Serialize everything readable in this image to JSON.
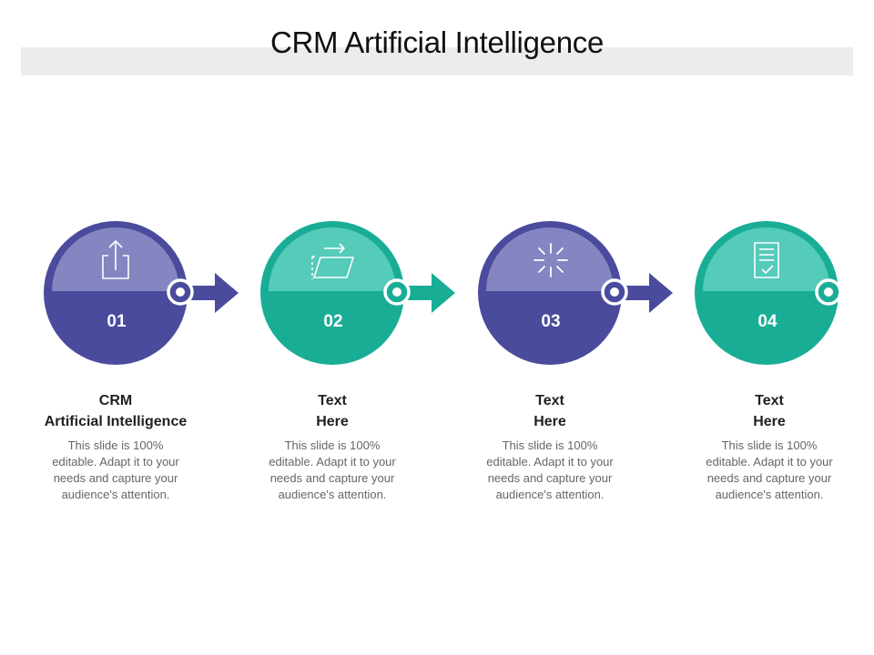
{
  "slide": {
    "title": "CRM Artificial  Intelligence"
  },
  "colors": {
    "purple_dark": "#4a4b9c",
    "purple_light": "#8585c2",
    "teal_dark": "#19ad96",
    "teal_light": "#55cbb9",
    "heading": "#222222",
    "body": "#666666"
  },
  "steps": [
    {
      "number": "01",
      "heading_line1": "CRM",
      "heading_line2": "Artificial Intelligence",
      "body_line1": "This slide is 100%",
      "body_line2": "editable. Adapt  it to your",
      "body_line3": "needs and capture your",
      "body_line4": "audience's attention.",
      "icon": "share-upload-icon",
      "theme": "purple"
    },
    {
      "number": "02",
      "heading_line1": "Text",
      "heading_line2": "Here",
      "body_line1": "This slide is 100%",
      "body_line2": "editable. Adapt  it to your",
      "body_line3": "needs and capture your",
      "body_line4": "audience's attention.",
      "icon": "transform-shape-icon",
      "theme": "teal"
    },
    {
      "number": "03",
      "heading_line1": "Text",
      "heading_line2": "Here",
      "body_line1": "This slide is 100%",
      "body_line2": "editable. Adapt  it to your",
      "body_line3": "needs and capture your",
      "body_line4": "audience's attention.",
      "icon": "loading-spinner-icon",
      "theme": "purple"
    },
    {
      "number": "04",
      "heading_line1": "Text",
      "heading_line2": "Here",
      "body_line1": "This slide is 100%",
      "body_line2": "editable. Adapt  it to your",
      "body_line3": "needs and capture your",
      "body_line4": "audience's attention.",
      "icon": "checklist-document-icon",
      "theme": "teal"
    }
  ]
}
